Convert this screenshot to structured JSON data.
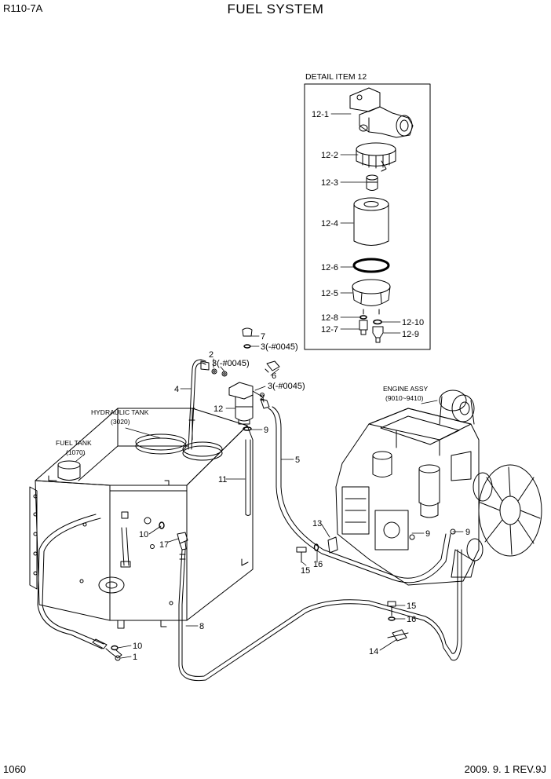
{
  "header": {
    "model": "R110-7A",
    "title": "FUEL SYSTEM"
  },
  "footer": {
    "page": "1060",
    "date_rev": "2009. 9. 1  REV.9J"
  },
  "detail": {
    "title": "DETAIL  ITEM 12",
    "parts": [
      "12-1",
      "12-2",
      "12-3",
      "12-4",
      "12-6",
      "12-5",
      "12-8",
      "12-10",
      "12-7",
      "12-9"
    ]
  },
  "assemblies": {
    "hydraulic_tank": {
      "name": "HYDRAULIC TANK",
      "code": "(3020)"
    },
    "fuel_tank": {
      "name": "FUEL TANK",
      "code": "(1070)"
    },
    "engine": {
      "name": "ENGINE ASSY",
      "code": "(9010~9410)"
    }
  },
  "callouts": [
    "7",
    "3(-#0045)",
    "2",
    "3(-#0045)",
    "6",
    "4",
    "3(-#0045)",
    "2",
    "12",
    "9",
    "5",
    "11",
    "13",
    "9",
    "9",
    "10",
    "17",
    "15",
    "16",
    "8",
    "15",
    "16",
    "14",
    "10",
    "1"
  ]
}
